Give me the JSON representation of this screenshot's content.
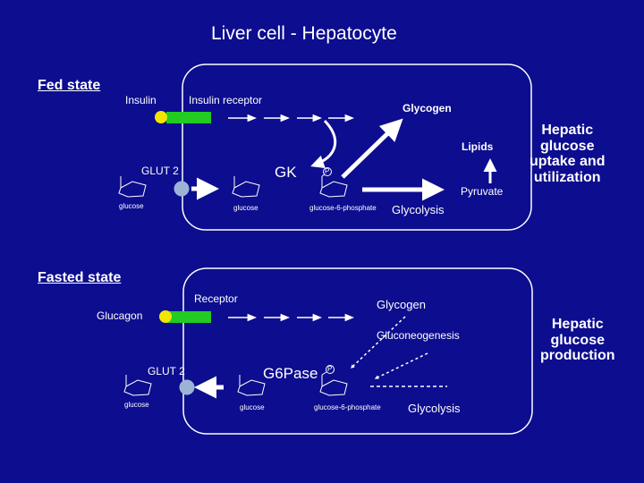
{
  "title": "Liver cell - Hepatocyte",
  "colors": {
    "background": "#0d0d8f",
    "foreground": "#ffffff",
    "receptor": "#22cc22",
    "ligand": "#f2e600",
    "transporter": "#9db3d6"
  },
  "fed": {
    "heading": "Fed state",
    "insulin": "Insulin",
    "insulin_receptor": "Insulin receptor",
    "glycogen": "Glycogen",
    "lipids": "Lipids",
    "glut2": "GLUT 2",
    "gk": "GK",
    "pyruvate": "Pyruvate",
    "glucose_out": "glucose",
    "glucose_in": "glucose",
    "g6p": "glucose-6-phosphate",
    "glycolysis": "Glycolysis",
    "phosphate_mark": "P",
    "side_label": [
      "Hepatic",
      "glucose",
      "uptake and",
      "utilization"
    ]
  },
  "fasted": {
    "heading": "Fasted state",
    "glucagon": "Glucagon",
    "receptor": "Receptor",
    "glycogen": "Glycogen",
    "gluconeogenesis": "Gluconeogenesis",
    "glut2": "GLUT 2",
    "g6pase": "G6Pase",
    "glucose_out": "glucose",
    "glucose_in": "glucose",
    "g6p": "glucose-6-phosphate",
    "glycolysis": "Glycolysis",
    "phosphate_mark": "P",
    "side_label": [
      "Hepatic",
      "glucose",
      "production"
    ]
  }
}
